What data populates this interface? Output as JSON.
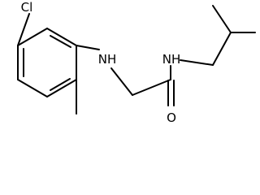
{
  "atoms": {
    "chlorine": "Cl",
    "amine_nh": "NH",
    "amide_nh": "NH",
    "carbonyl_o": "O"
  },
  "colors": {
    "background": "#ffffff",
    "bond": "#000000",
    "label": "#000000"
  }
}
